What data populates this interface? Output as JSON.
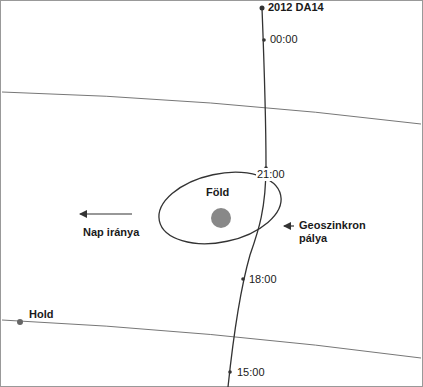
{
  "diagram": {
    "labels": [
      "2012 DA14",
      "00:00",
      "21:00",
      "Föld",
      "Nap iránya",
      "Geoszinkron pálya",
      "18:00",
      "Hold",
      "15:00"
    ]
  }
}
